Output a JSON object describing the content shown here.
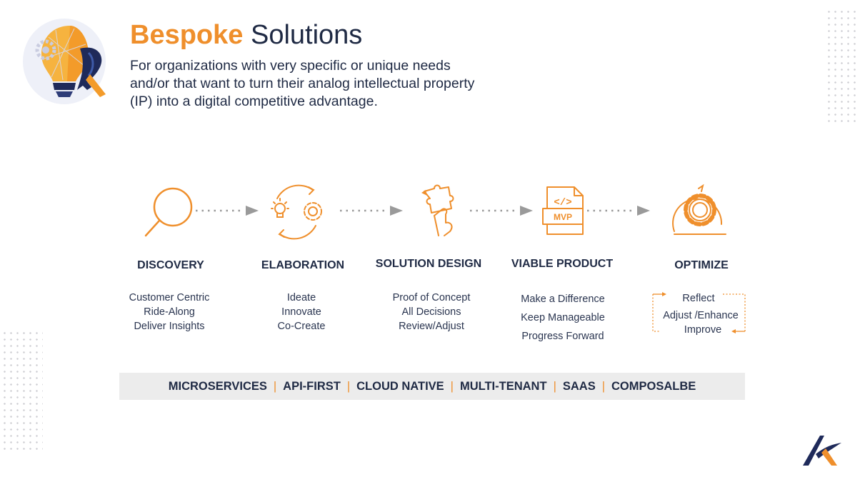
{
  "header": {
    "title_accent": "Bespoke",
    "title_rest": "Solutions",
    "subtitle": "For organizations with very specific or unique needs and/or that want to turn their analog intellectual property (IP) into a digital competitive advantage."
  },
  "colors": {
    "accent": "#ef8f2c",
    "navy": "#1f2a44",
    "bar_bg": "#ececec",
    "arrow": "#9a9a9a"
  },
  "steps": [
    {
      "title": "DISCOVERY",
      "icon": "magnifier-icon",
      "lines": [
        "Customer Centric",
        "Ride-Along",
        "Deliver Insights"
      ]
    },
    {
      "title": "ELABORATION",
      "icon": "idea-cycle-icon",
      "lines": [
        "Ideate",
        "Innovate",
        "Co-Create"
      ]
    },
    {
      "title": "SOLUTION DESIGN",
      "icon": "puzzle-hand-icon",
      "lines": [
        "Proof of Concept",
        "All Decisions",
        "Review/Adjust"
      ]
    },
    {
      "title": "VIABLE PRODUCT",
      "icon": "mvp-document-icon",
      "lines": [
        "Make a Difference",
        "Keep Manageable",
        "Progress Forward"
      ]
    },
    {
      "title": "OPTIMIZE",
      "icon": "gear-cycle-icon",
      "lines": [
        "Reflect",
        "Adjust /Enhance",
        "Improve"
      ]
    }
  ],
  "icon_labels": {
    "mvp": "MVP",
    "code": "</>"
  },
  "tech_bar": [
    "MICROSERVICES",
    "API-FIRST",
    "CLOUD NATIVE",
    "MULTI-TENANT",
    "SAAS",
    "COMPOSALBE"
  ],
  "tech_separator": "|"
}
